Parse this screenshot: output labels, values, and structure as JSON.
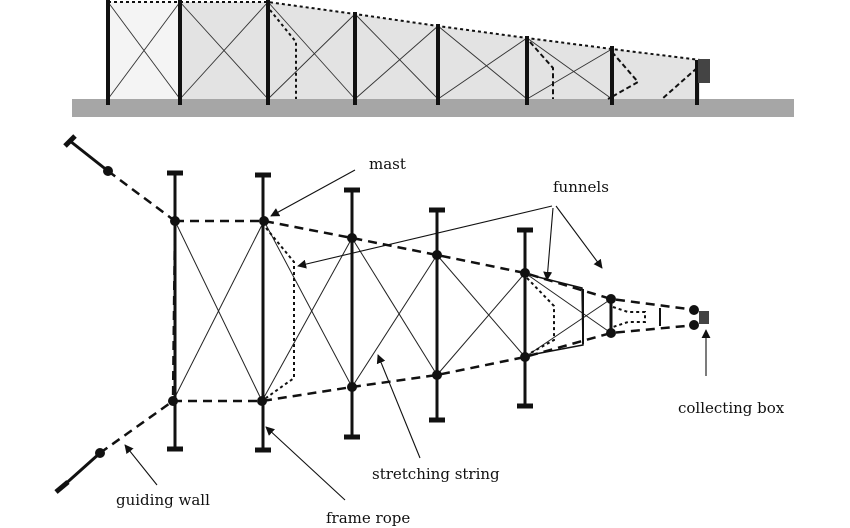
{
  "labels": {
    "mast": "mast",
    "funnels": "funnels",
    "collecting_box": "collecting box",
    "guiding_wall": "guiding wall",
    "stretching_string": "stretching string",
    "frame_rope": "frame rope"
  },
  "colors": {
    "ground": "#a6a6a6",
    "net_fill": "#e3e3e3",
    "net_fill_light": "#f4f4f4",
    "line": "#111111",
    "box": "#444444"
  }
}
